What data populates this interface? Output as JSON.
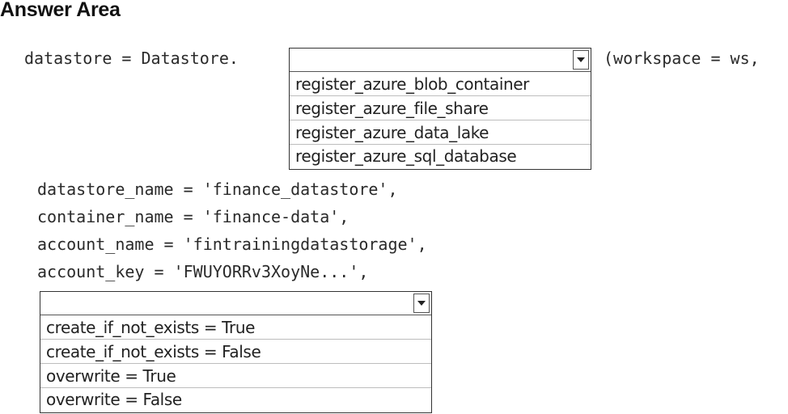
{
  "header": {
    "title": "Answer Area"
  },
  "code": {
    "line1_prefix": "datastore = Datastore.",
    "line1_suffix": "(workspace = ws,",
    "args": [
      "datastore_name = 'finance_datastore',",
      "container_name = 'finance-data',",
      "account_name = 'fintrainingdatastorage',",
      "account_key = 'FWUYORRv3XoyNe...',"
    ]
  },
  "dropdown1": {
    "selected": "",
    "options": [
      "register_azure_blob_container",
      "register_azure_file_share",
      "register_azure_data_lake",
      "register_azure_sql_database"
    ]
  },
  "dropdown2": {
    "selected": "",
    "options": [
      "create_if_not_exists = True",
      "create_if_not_exists = False",
      "overwrite = True",
      "overwrite = False"
    ]
  },
  "icons": {
    "dropdown_arrow": "chevron-down-icon"
  }
}
